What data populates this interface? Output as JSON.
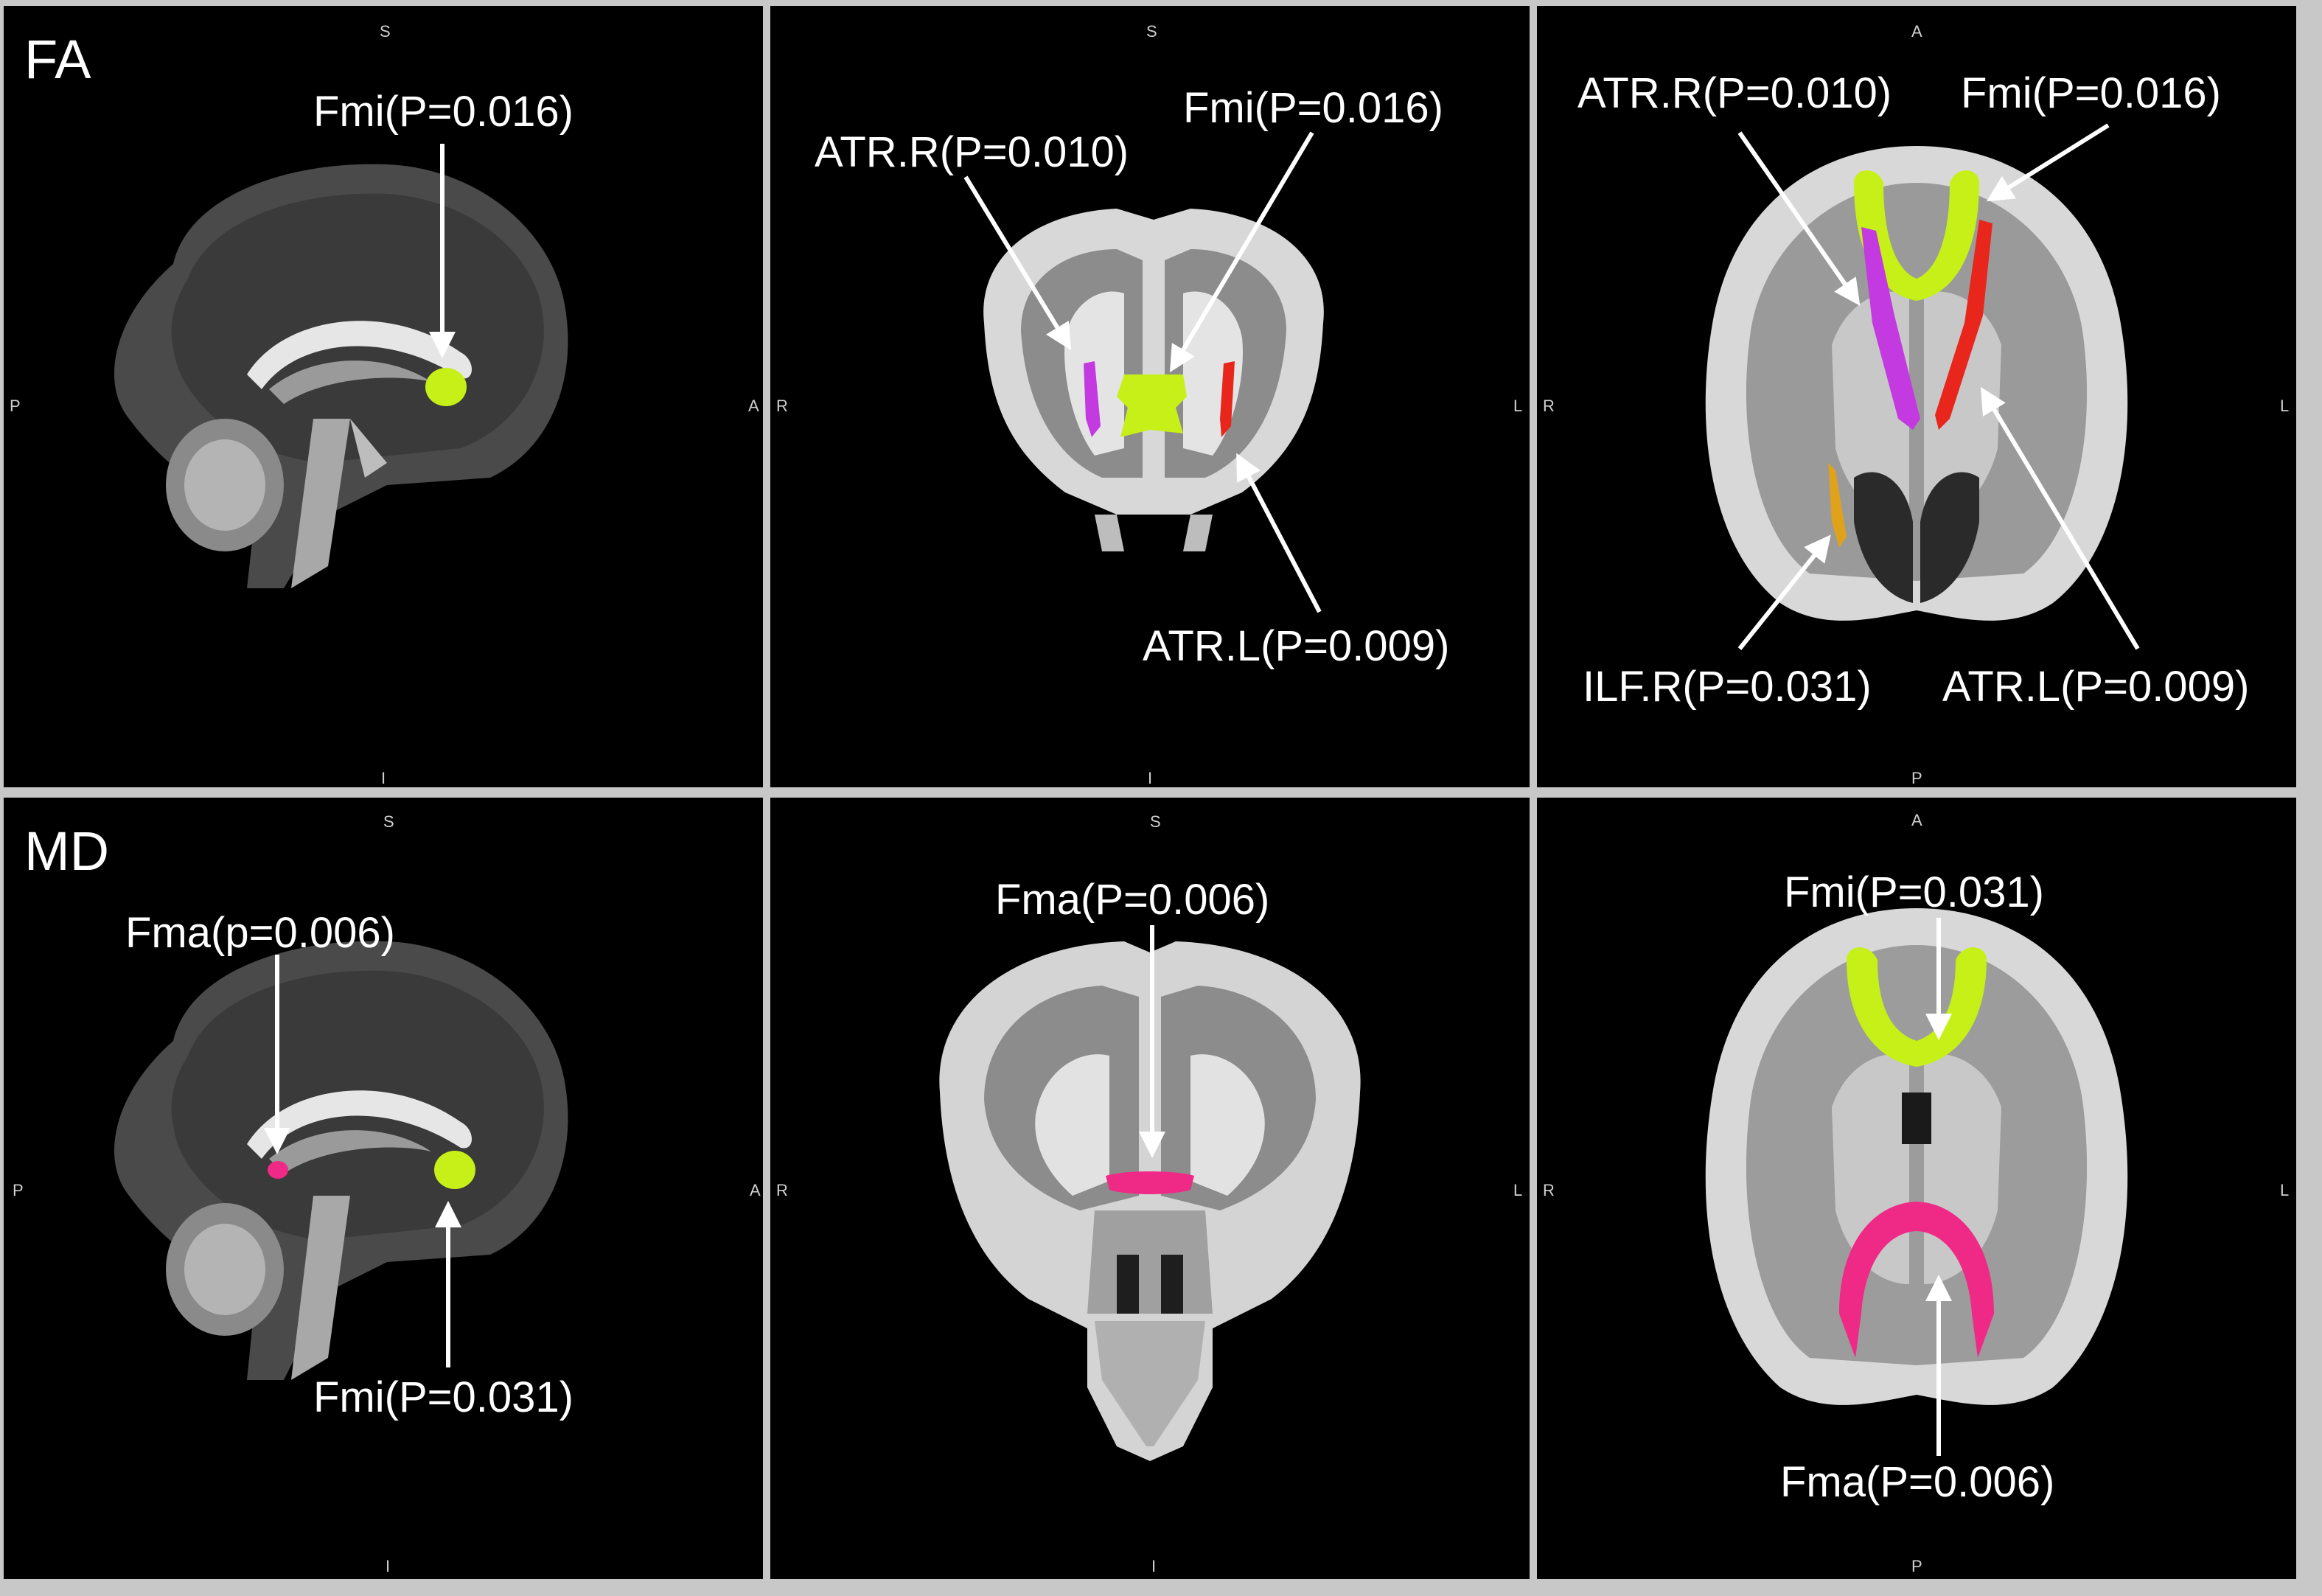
{
  "rows": [
    {
      "measure": "FA",
      "panels": [
        {
          "view": "sagittal",
          "orient": {
            "top": "S",
            "bottom": "I",
            "left": "P",
            "right": "A"
          },
          "labels": [
            "Fmi(P=0.016)"
          ]
        },
        {
          "view": "coronal",
          "orient": {
            "top": "S",
            "bottom": "I",
            "left": "R",
            "right": "L"
          },
          "labels": [
            "ATR.R(P=0.010)",
            "Fmi(P=0.016)",
            "ATR.L(P=0.009)"
          ]
        },
        {
          "view": "axial",
          "orient": {
            "top": "A",
            "bottom": "P",
            "left": "R",
            "right": "L"
          },
          "labels": [
            "ATR.R(P=0.010)",
            "Fmi(P=0.016)",
            "ILF.R(P=0.031)",
            "ATR.L(P=0.009)"
          ]
        }
      ]
    },
    {
      "measure": "MD",
      "panels": [
        {
          "view": "sagittal",
          "orient": {
            "top": "S",
            "bottom": "I",
            "left": "P",
            "right": "A"
          },
          "labels": [
            "Fma(p=0.006)",
            "Fmi(P=0.031)"
          ]
        },
        {
          "view": "coronal",
          "orient": {
            "top": "S",
            "bottom": "I",
            "left": "R",
            "right": "L"
          },
          "labels": [
            "Fma(P=0.006)"
          ]
        },
        {
          "view": "axial",
          "orient": {
            "top": "A",
            "bottom": "P",
            "left": "R",
            "right": "L"
          },
          "labels": [
            "Fmi(P=0.031)",
            "Fma(P=0.006)"
          ]
        }
      ]
    }
  ],
  "colors": {
    "Fmi": "#c6f018",
    "Fma": "#ee2a86",
    "ATR.R": "#c23ae0",
    "ATR.L": "#e8261c",
    "ILF.R": "#e0a21a"
  }
}
